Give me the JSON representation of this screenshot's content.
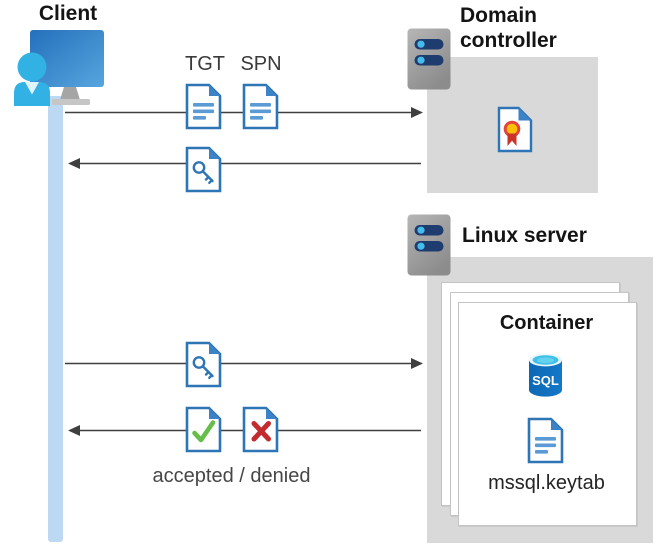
{
  "diagram": {
    "client": {
      "label": "Client",
      "icon": "user-workstation-icon"
    },
    "domain_controller": {
      "label": "Domain controller",
      "icon": "server-icon",
      "content_icon": "certificate-icon"
    },
    "linux_server": {
      "label": "Linux server",
      "icon": "server-icon"
    },
    "container": {
      "label": "Container",
      "sql_badge": "SQL",
      "keytab_label": "mssql.keytab",
      "icons": [
        "sql-database-icon",
        "document-icon"
      ],
      "stacked_cards": 3
    },
    "flows": [
      {
        "from": "client",
        "to": "domain_controller",
        "direction": "right",
        "labels": [
          "TGT",
          "SPN"
        ],
        "icons": [
          "document-icon",
          "document-icon"
        ]
      },
      {
        "from": "domain_controller",
        "to": "client",
        "direction": "left",
        "labels": [],
        "icons": [
          "key-ticket-document-icon"
        ]
      },
      {
        "from": "client",
        "to": "linux_server",
        "direction": "right",
        "labels": [],
        "icons": [
          "key-ticket-document-icon"
        ]
      },
      {
        "from": "linux_server",
        "to": "client",
        "direction": "left",
        "labels": [],
        "icons": [
          "accepted-document-icon",
          "denied-document-icon"
        ],
        "caption": "accepted / denied"
      }
    ],
    "colors": {
      "doc_border_blue": "#2E75B6",
      "doc_fold_blue": "#3B82C6",
      "doc_lines_blue": "#5B9BD5",
      "check_green": "#66BE4A",
      "cross_red": "#C22B30",
      "ribbon_gold": "#FFC107",
      "ribbon_red": "#CB3429",
      "sql_body_blue": "#0D68B4",
      "sql_top_cyan": "#3FC0E6",
      "server_pill_navy": "#1E3C6E",
      "server_dot_cyan": "#45BCEC",
      "lifeline_blue": "#BDD8F2",
      "box_gray": "#D9D9D9",
      "arrow_gray": "#3F3F3F",
      "monitor_blue": "#2E7FC8",
      "person_cyan": "#32B1E5"
    }
  }
}
